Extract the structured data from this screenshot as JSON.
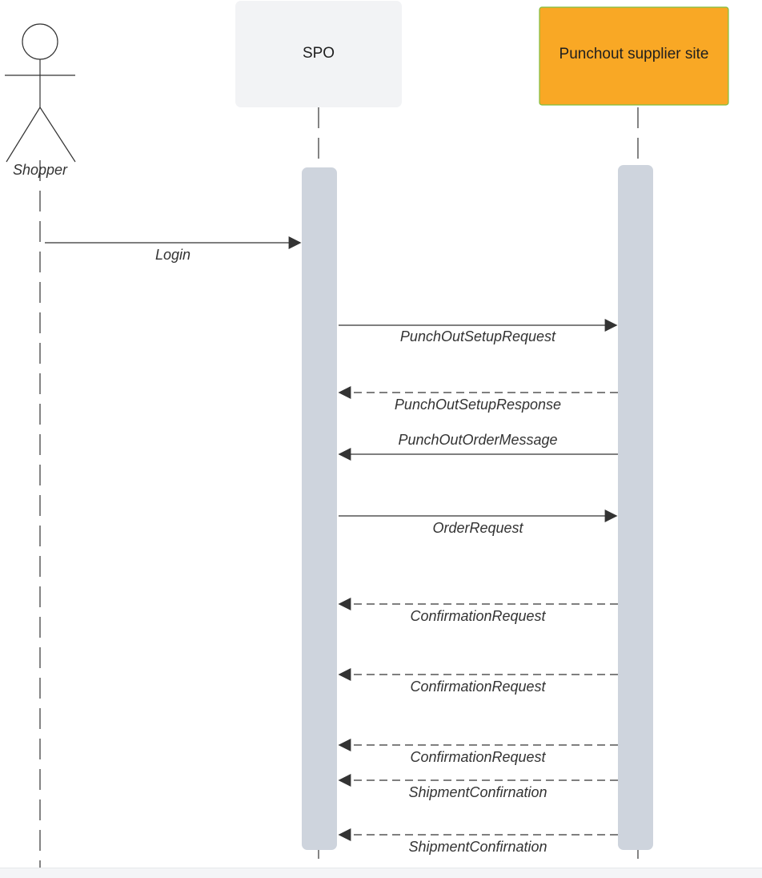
{
  "participants": {
    "shopper": {
      "label": "Shopper"
    },
    "spo": {
      "label": "SPO",
      "color": "#f2f3f5"
    },
    "supplier": {
      "label": "Punchout supplier site",
      "color": "#f9a825",
      "border": "#7fbf3f"
    }
  },
  "activation_color": "#ced4dd",
  "messages": [
    {
      "label": "Login",
      "from": "shopper",
      "to": "spo",
      "style": "solid"
    },
    {
      "label": "PunchOutSetupRequest",
      "from": "spo",
      "to": "supplier",
      "style": "solid"
    },
    {
      "label": "PunchOutSetupResponse",
      "from": "supplier",
      "to": "spo",
      "style": "dashed"
    },
    {
      "label": "PunchOutOrderMessage",
      "from": "supplier",
      "to": "spo",
      "style": "solid"
    },
    {
      "label": "OrderRequest",
      "from": "spo",
      "to": "supplier",
      "style": "solid"
    },
    {
      "label": "ConfirmationRequest",
      "from": "supplier",
      "to": "spo",
      "style": "dashed"
    },
    {
      "label": "ConfirmationRequest",
      "from": "supplier",
      "to": "spo",
      "style": "dashed"
    },
    {
      "label": "ConfirmationRequest",
      "from": "supplier",
      "to": "spo",
      "style": "dashed"
    },
    {
      "label": "ShipmentConfirnation",
      "from": "supplier",
      "to": "spo",
      "style": "dashed"
    },
    {
      "label": "ShipmentConfirnation",
      "from": "supplier",
      "to": "spo",
      "style": "dashed"
    }
  ]
}
